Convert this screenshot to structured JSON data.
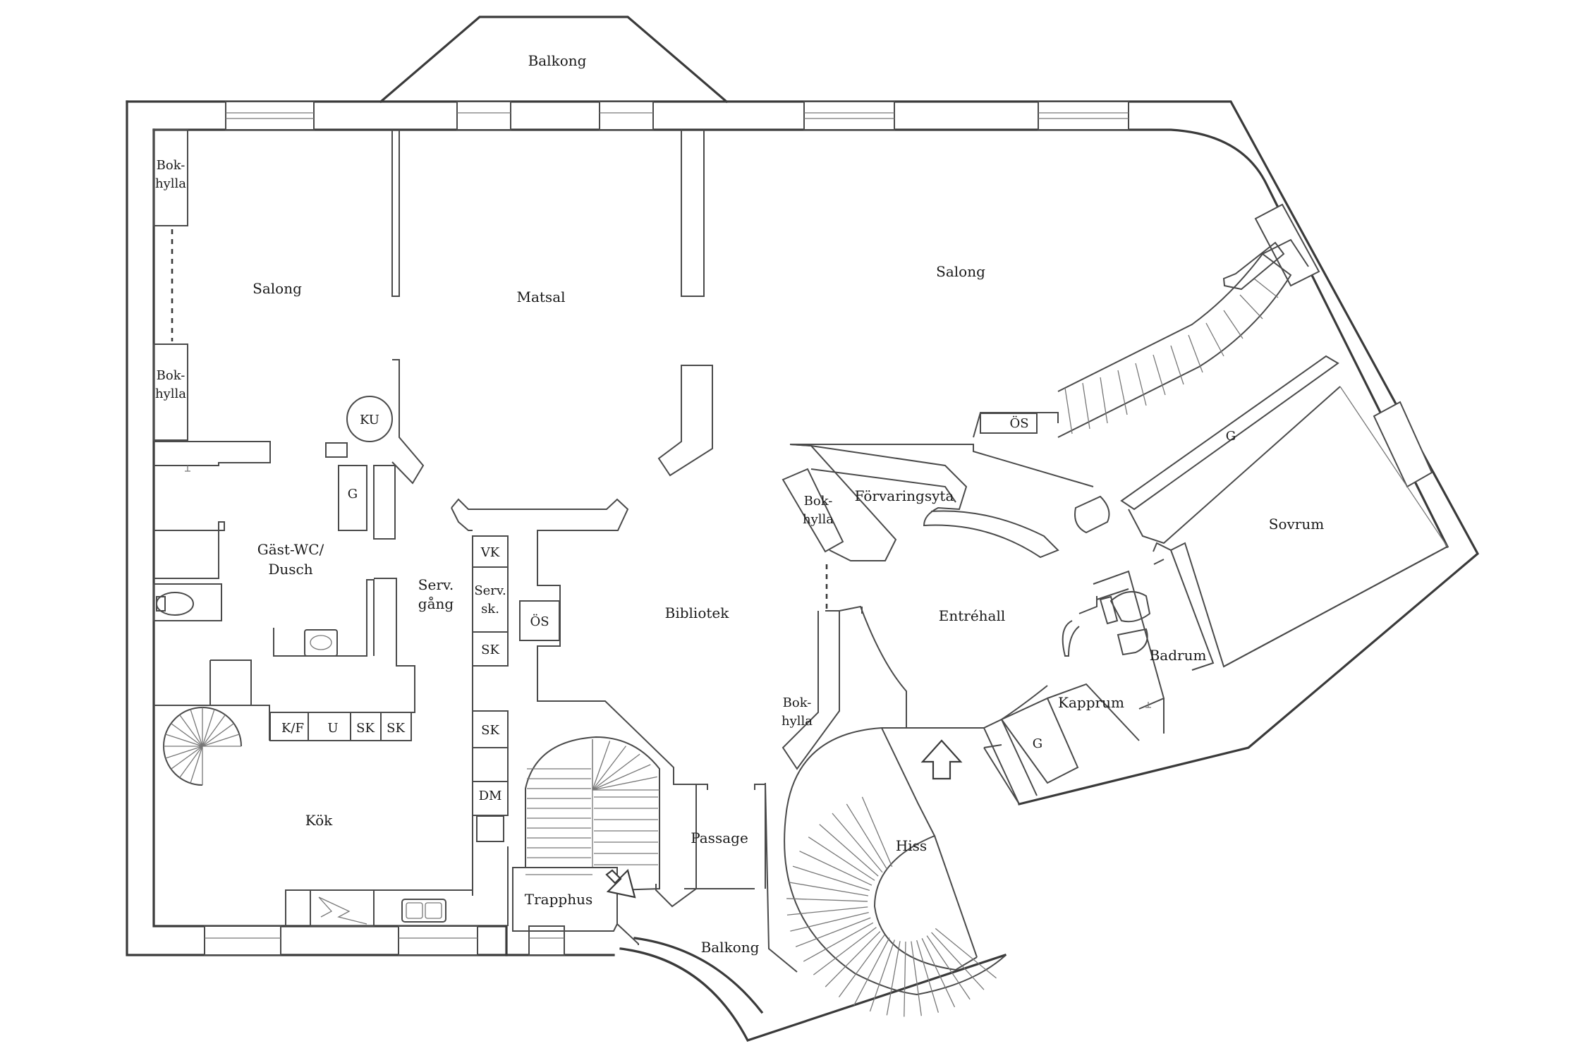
{
  "rooms": {
    "balkong_top": "Balkong",
    "salong_left": "Salong",
    "matsal": "Matsal",
    "salong_right": "Salong",
    "bokhylla_1": [
      "Bok-",
      "hylla"
    ],
    "bokhylla_2": [
      "Bok-",
      "hylla"
    ],
    "bokhylla_3": [
      "Bok-",
      "hylla"
    ],
    "bokhylla_4": [
      "Bok-",
      "hylla"
    ],
    "ku": "KU",
    "g_left": "G",
    "gast_wc": [
      "Gäst-WC/",
      "Dusch"
    ],
    "serv_gang": [
      "Serv.",
      "gång"
    ],
    "vk": "VK",
    "serv_sk": [
      "Serv.",
      "sk."
    ],
    "os_left": "ÖS",
    "sk_1": "SK",
    "sk_2": "SK",
    "dm": "DM",
    "bibliotek": "Bibliotek",
    "forvaringsyta": "Förvaringsyta",
    "os_right": "ÖS",
    "g_right": "G",
    "sovrum": "Sovrum",
    "entrehall": "Entréhall",
    "badrum": "Badrum",
    "kapprum": "Kapprum",
    "g_kapprum": "G",
    "kf": "K/F",
    "u": "U",
    "sk_3": "SK",
    "sk_4": "SK",
    "kok": "Kök",
    "passage": "Passage",
    "hiss": "Hiss",
    "trapphus": "Trapphus",
    "balkong_bottom": "Balkong"
  }
}
